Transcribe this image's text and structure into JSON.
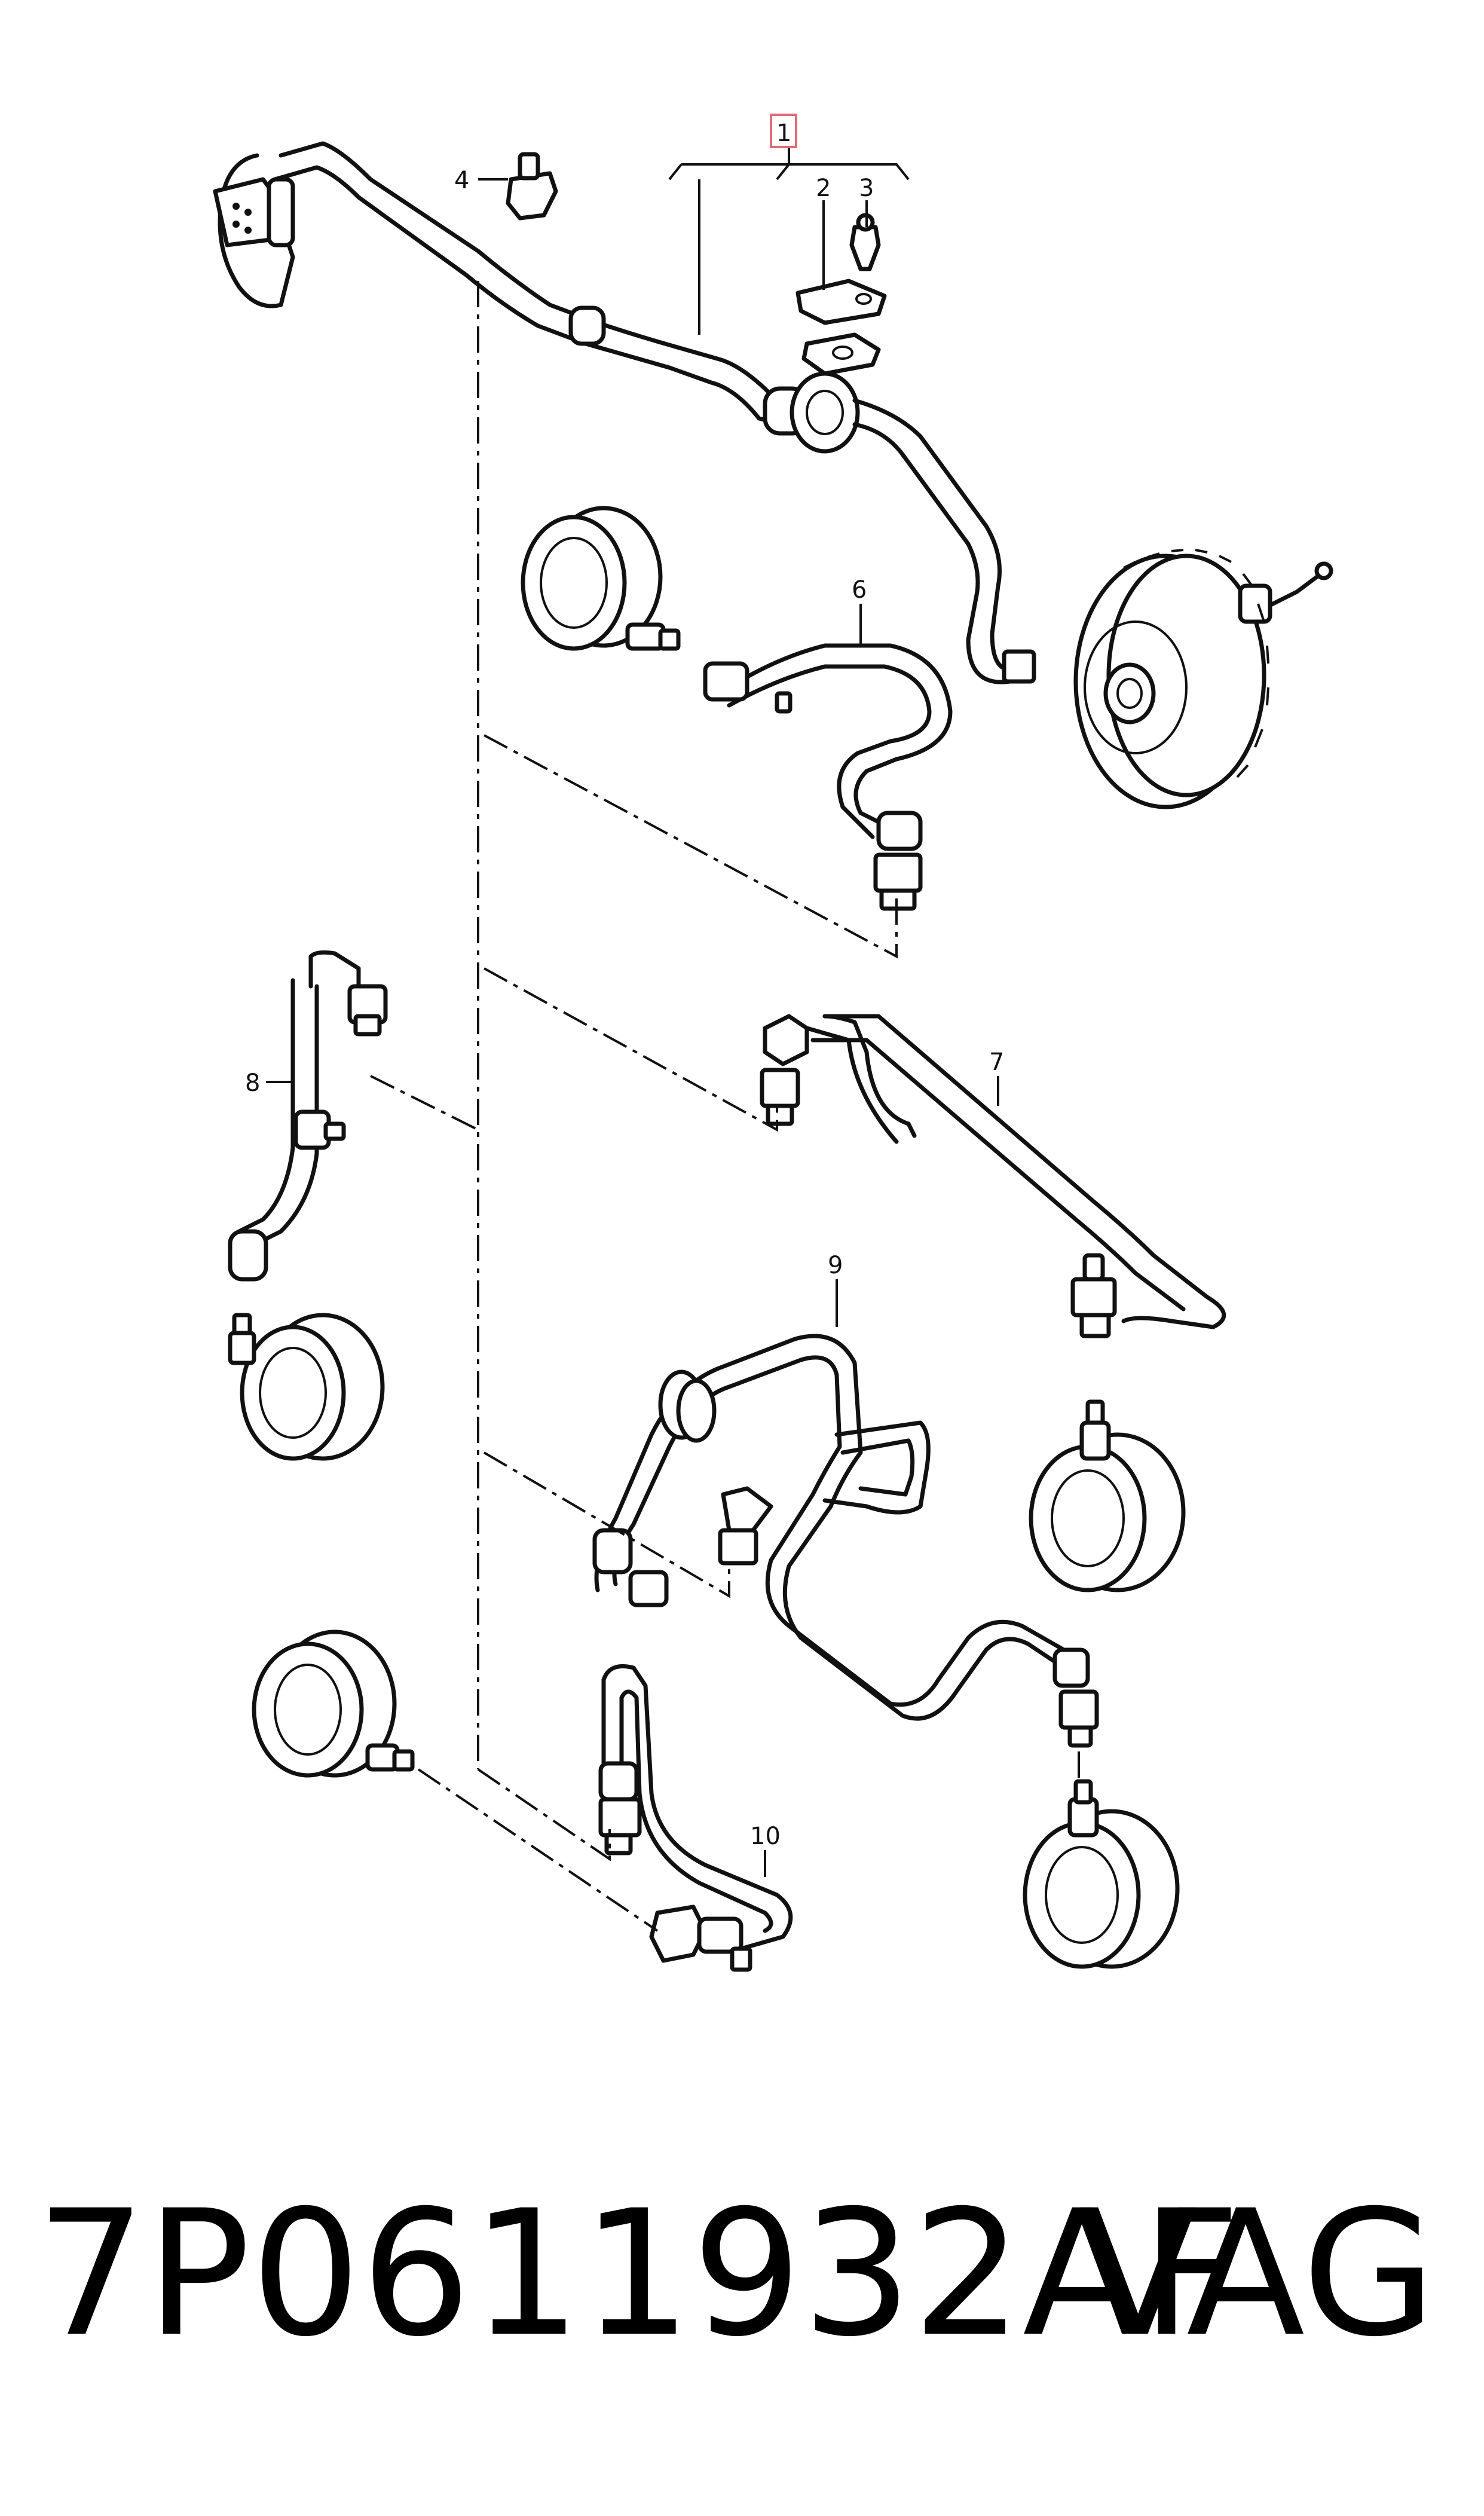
{
  "callouts": {
    "c1": "1",
    "c2": "2",
    "c3": "3",
    "c4": "4",
    "c6": "6",
    "c7": "7",
    "c8": "8",
    "c9": "9",
    "c10": "10"
  },
  "footer": {
    "part_number": "7P0611932AF",
    "brand": "VAG"
  },
  "colors": {
    "line": "#111111",
    "highlight_box": "#e36b77"
  }
}
